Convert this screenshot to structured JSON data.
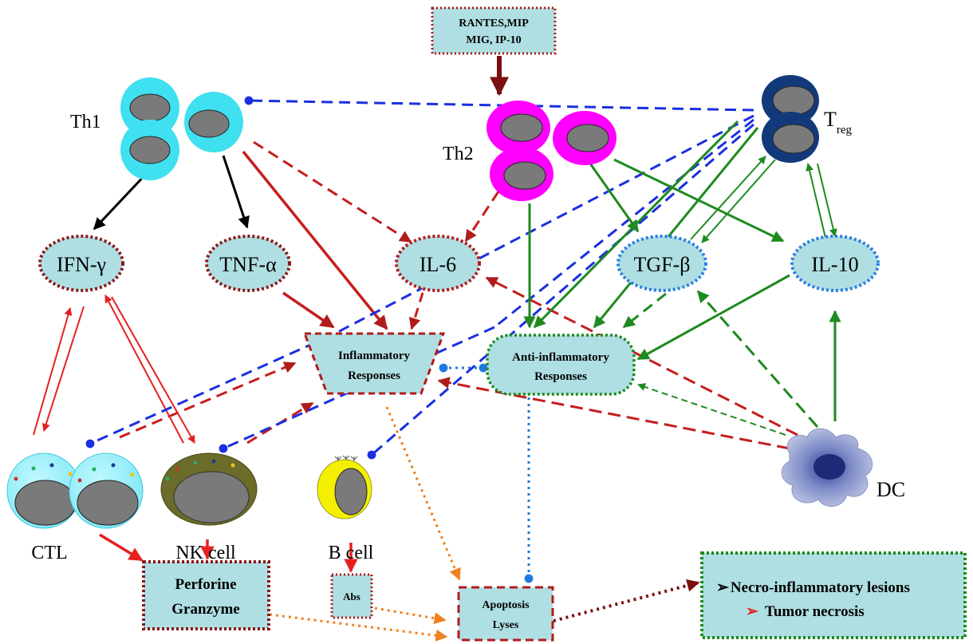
{
  "chemokine_box": {
    "line1": "RANTES,MIP",
    "line2": "MIG, IP-10"
  },
  "cells": {
    "th1": "Th1",
    "th2": "Th2",
    "treg_main": "T",
    "treg_sub": "reg",
    "ctl": "CTL",
    "nk": "NK cell",
    "bcell": "B cell",
    "dc": "DC"
  },
  "cytokines": {
    "ifn": "IFN-γ",
    "tnf": "TNF-α",
    "il6": "IL-6",
    "tgf": "TGF-β",
    "il10": "IL-10"
  },
  "responses": {
    "inflammatory_line1": "Inflammatory",
    "inflammatory_line2": "Responses",
    "anti_line1": "Anti-inflammatory",
    "anti_line2": "Responses"
  },
  "effectors": {
    "perforine": "Perforine",
    "granzyme": "Granzyme",
    "abs": "Abs",
    "apoptosis": "Apoptosis",
    "lyses": "Lyses"
  },
  "outcomes": {
    "item1": "Necro-inflammatory lesions",
    "item2": "Tumor necrosis"
  },
  "colors": {
    "cyan_cell": "#3fe0f0",
    "magenta_cell": "#ff00ff",
    "navy_cell": "#123a7a",
    "nucleus": "#7a7a7a",
    "box_fill": "#b0dfe3",
    "dark_red": "#8b1a1a",
    "red": "#e62020",
    "green": "#1f8a1f",
    "blue": "#1a2fe0",
    "orange": "#f08020",
    "dotted_blue": "#2a7fe0"
  }
}
